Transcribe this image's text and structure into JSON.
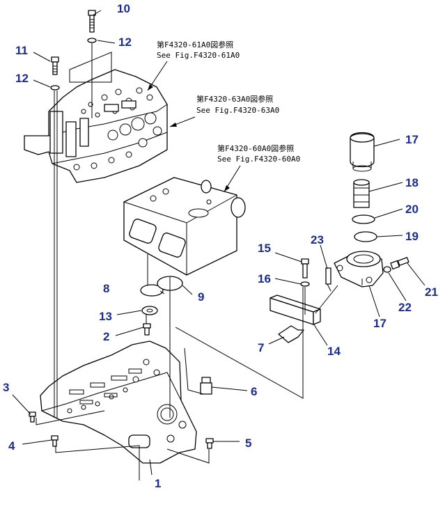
{
  "references": [
    {
      "jp": "第F4320-61A0図参照",
      "en": "See Fig.F4320-61A0"
    },
    {
      "jp": "第F4320-63A0図参照",
      "en": "See Fig.F4320-63A0"
    },
    {
      "jp": "第F4320-60A0図参照",
      "en": "See Fig.F4320-60A0"
    }
  ],
  "callouts": {
    "c1": "1",
    "c2": "2",
    "c3": "3",
    "c4": "4",
    "c5": "5",
    "c6": "6",
    "c7": "7",
    "c8": "8",
    "c9": "9",
    "c10": "10",
    "c11": "11",
    "c12a": "12",
    "c12b": "12",
    "c13": "13",
    "c14": "14",
    "c15": "15",
    "c16": "16",
    "c17a": "17",
    "c17b": "17",
    "c18": "18",
    "c19": "19",
    "c20": "20",
    "c21": "21",
    "c22": "22",
    "c23": "23"
  },
  "colors": {
    "callout": "#1a2a9c",
    "line": "#000000",
    "background": "#ffffff"
  }
}
